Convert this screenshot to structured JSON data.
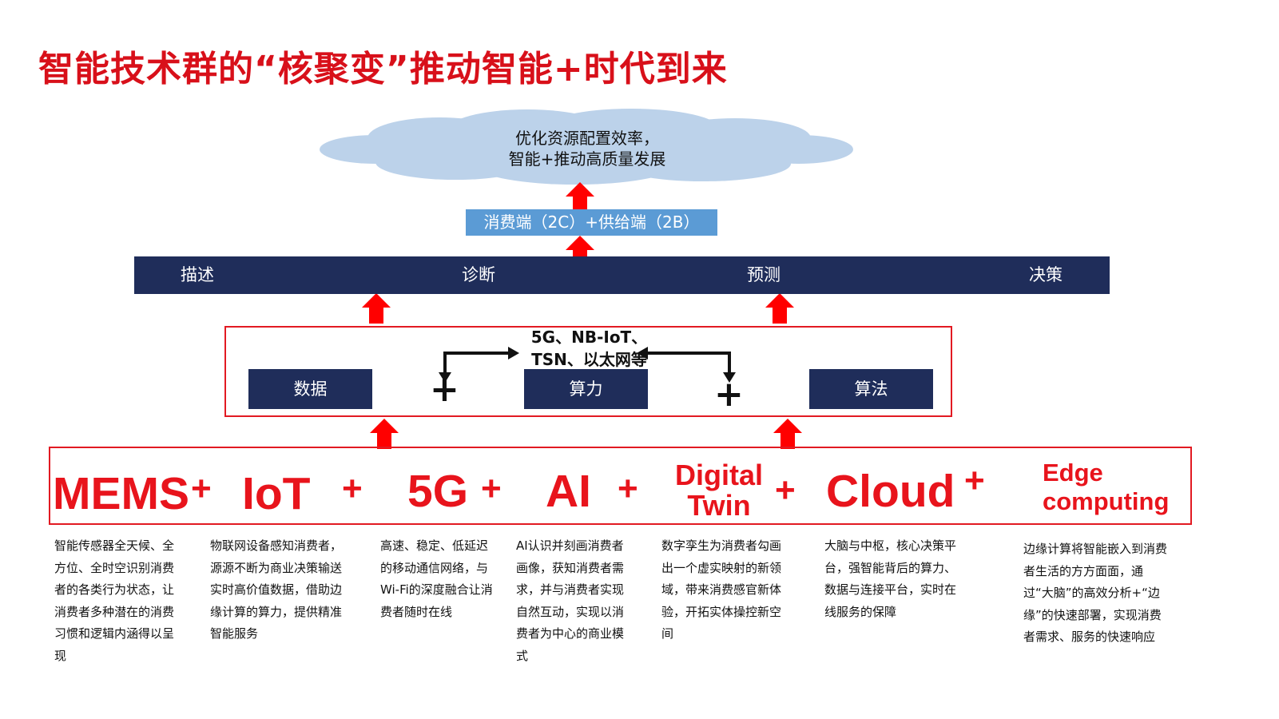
{
  "title": "智能技术群的“核聚变”推动智能+时代到来",
  "cloud": {
    "line1": "优化资源配置效率，",
    "line2": "智能+推动高质量发展",
    "color": "#bcd2ea"
  },
  "consumer_supply_label": "消费端（2C）+供给端（2B）",
  "stages": [
    "描述",
    "诊断",
    "预测",
    "决策"
  ],
  "core": {
    "data_label": "数据",
    "compute_label": "算力",
    "algorithm_label": "算法",
    "network_line1": "5G、NB-IoT、",
    "network_line2": "TSN、以太网等",
    "plus_symbol": "+"
  },
  "technologies": [
    {
      "name": "MEMS",
      "description": "智能传感器全天候、全方位、全时空识别消费者的各类行为状态，让消费者多种潜在的消费习惯和逻辑内涵得以呈现"
    },
    {
      "name": "IoT",
      "description": "物联网设备感知消费者，源源不断为商业决策输送实时高价值数据，借助边缘计算的算力，提供精准智能服务"
    },
    {
      "name": "5G",
      "description": "高速、稳定、低延迟的移动通信网络，与Wi-Fi的深度融合让消费者随时在线"
    },
    {
      "name": "AI",
      "description": "AI认识并刻画消费者画像，获知消费者需求，并与消费者实现自然互动，实现以消费者为中心的商业模式"
    },
    {
      "name_line1": "Digital",
      "name_line2": "Twin",
      "description": "数字孪生为消费者勾画出一个虚实映射的新领域，带来消费感官新体验，开拓实体操控新空间"
    },
    {
      "name": "Cloud",
      "description": "大脑与中枢，核心决策平台，强智能背后的算力、数据与连接平台，实时在线服务的保障"
    },
    {
      "name_line1": "Edge",
      "name_line2": "computing",
      "description": "边缘计算将智能嵌入到消费者生活的方方面面，通过“大脑”的高效分析+“边缘”的快速部署，实现消费者需求、服务的快速响应"
    }
  ],
  "colors": {
    "accent_red": "#e21a22",
    "navy": "#1f2d5a",
    "blue_box": "#5b9bd5"
  }
}
